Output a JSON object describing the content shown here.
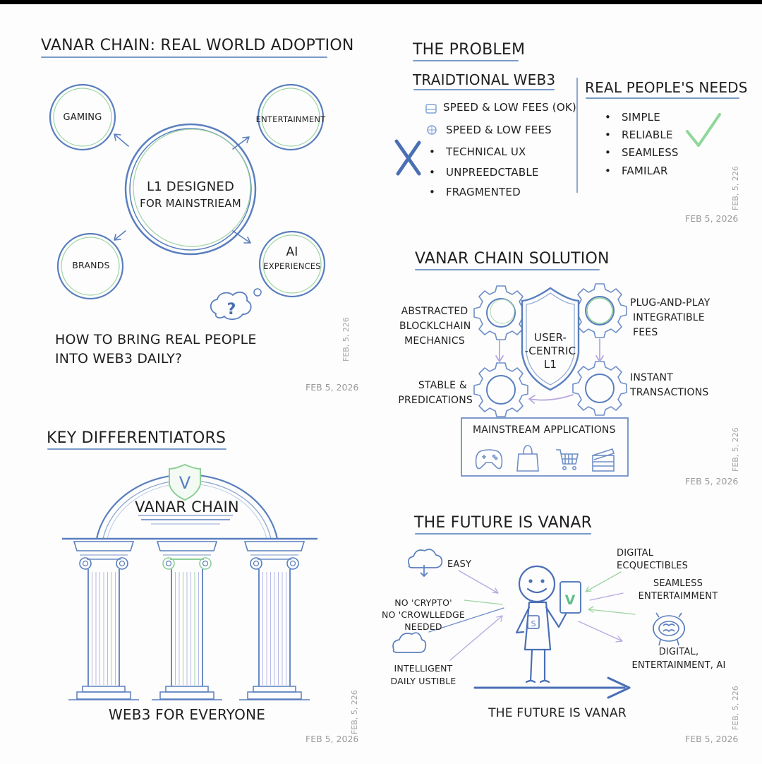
{
  "colors": {
    "ink": "#1f1f1f",
    "sketch_blue": "#5a7fbf",
    "sketch_green": "#9fd4a2",
    "sketch_purple": "#b7a7e0",
    "underline": "#7a9bc8",
    "date_gray": "#9a9a9a"
  },
  "panels": {
    "adoption": {
      "title": "VANAR CHAIN: REAL WORLD ADOPTION",
      "center_line1": "L1 DESIGNED",
      "center_line2": "FOR MAINSTRIEAM",
      "nodes": [
        "GAMING",
        "ENTERTAINMENT",
        "BRANDS",
        "AI",
        "EXPERIENCES"
      ],
      "thought_icon": "question-mark-cloud-icon",
      "question_line1": "HOW TO BRING REAL PEOPLE",
      "question_line2": "INTO WEB3 DAILY?",
      "vdate": "FEB, 5, 226",
      "date": "FEB 5, 2026"
    },
    "problem": {
      "title": "THE PROBLEM",
      "left_heading": "TRAIDTIONAL WEB3",
      "left_items": [
        {
          "icon": "server-icon",
          "text": "SPEED & LOW FEES (OK)"
        },
        {
          "icon": "network-icon",
          "text": "SPEED & LOW FEES"
        },
        {
          "icon": "bullet",
          "text": "TECHNICAL UX"
        },
        {
          "icon": "bullet",
          "text": "UNPREEDCTABLE"
        },
        {
          "icon": "bullet",
          "text": "FRAGMENTED"
        }
      ],
      "cross_mark": "X",
      "right_heading": "REAL PEOPLE'S NEEDS",
      "right_items": [
        "SIMPLE",
        "RELIABLE",
        "SEAMLESS",
        "FAMILAR"
      ],
      "check_mark": "✓",
      "vdate": "FEB, 5, 226",
      "date": "FEB 5, 2026"
    },
    "solution": {
      "title": "VANAR CHAIN SOLUTION",
      "shield_line1": "USER-",
      "shield_line2": "-CENTRIC",
      "shield_line3": "L1",
      "top_left": [
        "ABSTRACTED",
        "BLOCKLCHAIN",
        "MECHANICS"
      ],
      "top_right": [
        "PLUG-AND-PLAY",
        "INTEGRATIBLE",
        "FEES"
      ],
      "bottom_left": [
        "STABLE &",
        "PREDICATIONS"
      ],
      "bottom_right": [
        "INSTANT",
        "TRANSACTIONS"
      ],
      "apps_label": "MAINSTREAM APPLICATIONS",
      "app_icons": [
        "gamepad-icon",
        "shopping-bag-icon",
        "shopping-cart-icon",
        "clapperboard-icon"
      ],
      "vdate": "FEB, 5, 226",
      "date": "FEB 5, 2026"
    },
    "differentiators": {
      "title": "KEY DIFFERENTIATORS",
      "arch_label": "VANAR CHAIN",
      "logo_letter": "V",
      "footer": "WEB3 FOR EVERYONE",
      "vdate": "FEB, 5, 226",
      "date": "FEB 5, 2026"
    },
    "future": {
      "title": "THE FUTURE IS VANAR",
      "left_labels": {
        "easy": "EASY",
        "no_crypto": [
          "NO 'CRYPTO'",
          "NO 'CROWLLEDGE",
          "NEEDED"
        ],
        "intelligent": [
          "INTELLIGENT",
          "DAILY USTIBLE"
        ]
      },
      "right_labels": {
        "collectibles": [
          "DIGITAL",
          "ECQUECTIBLES"
        ],
        "seamless": [
          "SEAMLESS",
          "ENTERTAIMMENT"
        ],
        "digital_ai": [
          "DIGITAL,",
          "ENTERTAINMENT, AI"
        ]
      },
      "phone_letter": "V",
      "badge_letter": "S",
      "footer": "THE FUTURE IS VANAR",
      "vdate": "FEB, 5, 226",
      "date": "FEB 5, 2026"
    }
  }
}
